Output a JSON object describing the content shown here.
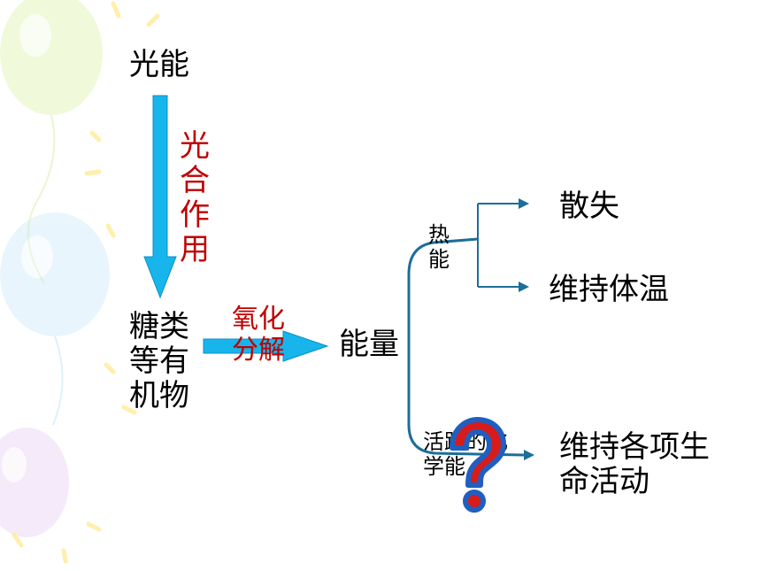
{
  "nodes": {
    "light_energy": "光能",
    "photosynthesis": "光合作用",
    "organics": "糖类等有机物",
    "oxidation": "氧化分解",
    "energy": "能量",
    "heat_energy": "热能",
    "active_chemical_energy": "活跃的化学能",
    "dissipate": "散失",
    "maintain_temp": "维持体温",
    "maintain_life": "维持各项生命活动"
  },
  "colors": {
    "arrow_fill": "#17b5ec",
    "arrow_stroke": "#0c8fc4",
    "connector": "#1d6e99",
    "label_red": "#c00000",
    "question_blue": "#1f5fc0",
    "question_red": "#d81b1b"
  },
  "icons": [
    "balloon-icon",
    "question-mark-icon"
  ]
}
